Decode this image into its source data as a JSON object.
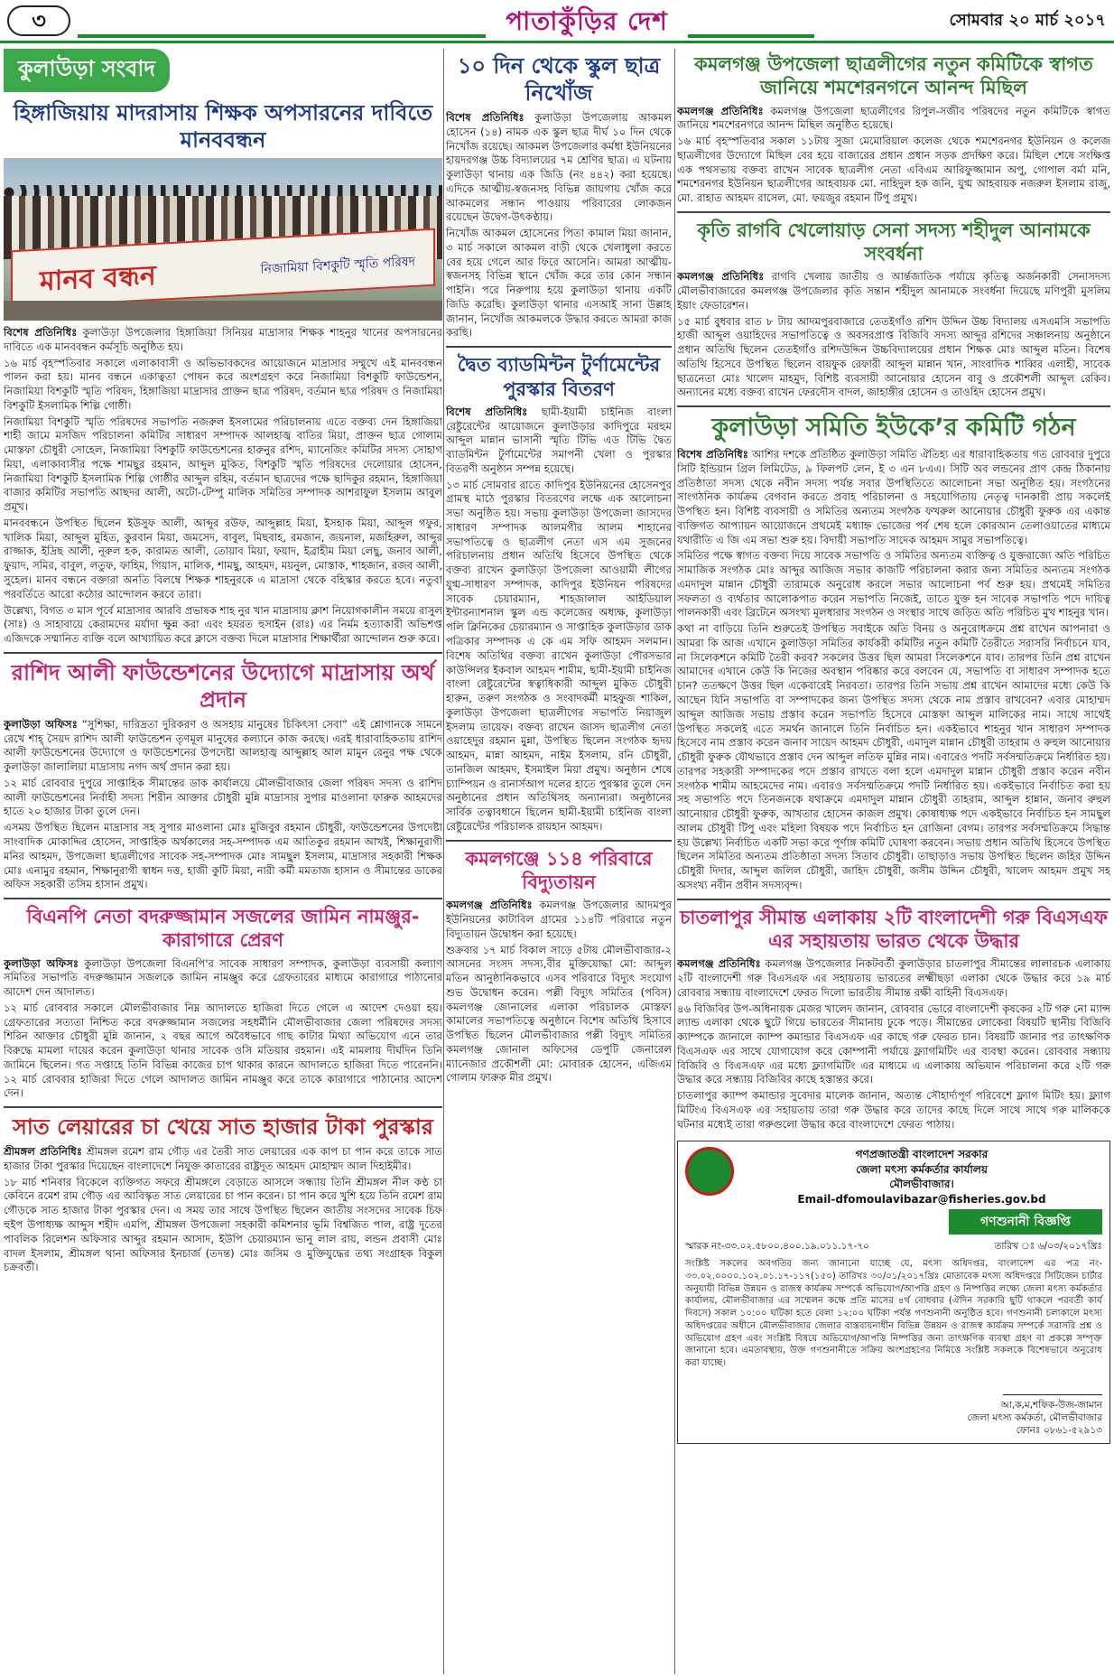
{
  "masthead": {
    "page_number": "৩",
    "paper_name": "পাতাকুঁড়ির দেশ",
    "date": "সোমবার ২০ মার্চ ২০১৭",
    "rule_color": "#1c8a2f"
  },
  "left": {
    "section_label": "কুলাউড়া সংবাদ",
    "a1": {
      "headline": "হিঙ্গাজিয়ায় মাদরাসায় শিক্ষক অপসারনের দাবিতে মানববন্ধন",
      "photo_banner_main": "মানব বন্ধন",
      "photo_banner_sub": "নিজামিয়া বিশকুটি স্মৃতি পরিষদ",
      "lead": "বিশেষ প্রতিনিধিঃ",
      "body": [
        "কুলাউড়া উপজেলার হিঙ্গাজিয়া সিনিয়র মাদ্রাসার শিক্ষক শাহনুর খানের অপসারনের দাবিতে এক মানববন্ধন কর্মসূচি অনুষ্ঠিত হয়।",
        "১৬ মার্চ বৃহস্পতিবার সকালে এলাকাবাসী ও অভিভাবকদের আয়োজনে মাদ্রাসার সম্মুখে এই মানববন্ধন পালন করা হয়। মানব বন্ধনে একাত্বতা পোষন করে অংশগ্রহণ করে নিজামিয়া বিশকুটি ফাউন্ডেশন, নিজামিয়া বিশকুটি স্মৃতি পরিষদ, হিঙ্গাজিয়া মাদ্রাসার প্রাক্তন ছাত্র পরিষদ, বর্তমান ছাত্র পরিষদ ও নিজামিয়া বিশকুটি ইসলামিক শিল্পি গোষ্ঠী।",
        "নিজামিয়া বিশকুটি স্মৃতি পরিষদের সভাপতি নজরুল ইসলামের পরিচালনায় এতে বক্তব্য দেন হিঙ্গাজিয়া শাহী জামে মসজিদ পরিচালনা কমিটির সাধারণ সম্পাদক আলহাজ্ব বাতির মিয়া, প্রাক্তন ছাত্র গোলাম মোস্তফা চৌধুরী সোহেল, নিজামিয়া বিশকুটি ফাউন্ডেশনের হারুনুর রশিদ, ম্যানেজিং কমিটির সদস্য সোহাগ মিয়া, এলাকাবাসীর পক্ষে শামছুর রহমান, আব্দুল মুকিত, বিশকুটি স্মৃতি পরিষদের দেলোয়ার হোসেন, নিজামিয়া বিশকুটি ইসলামিক শিল্পি গোষ্ঠীর আব্দুল রহিম, বর্তমান ছাত্রদের পক্ষে ছাদিকুর রহমান, হিঙ্গাজিয়া বাজার কমিটির সভাপতি আছদর আলী, অটো-টেম্পু মালিক সমিতির সম্পাদক আশরাফুল ইসলাম আবুল প্রমূখ।",
        "মানববন্ধনে উপস্থিত ছিলেন ইউসুফ আলী, আব্দুর রউফ, আব্দুল্লাহ মিয়া, ইসহাক মিয়া, আব্দুল গফুর, খালিক মিয়া, আব্দুল মুহিত, কুরবান মিয়া, জমসেদ, বাবুল, মিছবাহ, রমজান, জয়নাল, মজহিরুল, আব্দুর রাজ্জাক, ইদ্রিছ আলী, নূরুল হক, কারামত আলী, তোয়াব মিয়া, ফয়াদ, ইব্রাহীম মিয়া লেছু, জনাব আলী, ফুয়াদ, সমির, বাবুল, লতুফ, ফাহিম, গিয়াস, মালিক, শামছু, আহমদ, ময়নুল, মোস্তাক, শাহজান, রজব আলী, সুহেল। মানব বন্ধনে বক্তারা অনতি বিলম্বে শিক্ষক শাহনুরকে এ মাদ্রাসা থেকে বহিস্কার করতে হবে। নতুবা পরবর্তিতে আরো কঠোর আন্দোলন করবে তারা।",
        "উল্লেখ্য, বিগত ৩ মাস পূর্বে মাদ্রাসার আরবি প্রভাষক শাহ নুর খান মাদ্রাসায় ক্লাশ নিয়োগকালীন সময়ে রাসুল (সাঃ) ও সাহাবায়ে কেরামদের মর্যাদা ক্ষুন্ন করা এবং হযরত হুসাইন (রাঃ) এর নির্মম হত্যাকারী অভিশপ্ত এজিদকে সম্মানিত ব্যক্তি বলে আখ্যায়িত করে ক্লাসে বক্তব্য দিলে মাদ্রাসার শিক্ষার্থীরা আন্দোলন শুরু করে।"
      ]
    },
    "a2": {
      "headline": "রাশিদ আলী ফাউন্ডেশনের উদ্যোগে মাদ্রাসায় অর্থ প্রদান",
      "lead": "কুলাউড়া অফিসঃ",
      "body": [
        "“সুশিক্ষা, দারিদ্রতা দুরিকরণ ও অসহায় মানুষের চিকিৎসা সেবা” এই শ্লোগানকে সামনে রেখে শাহ্ সৈয়দ রাশিদ আলী ফাউন্ডেশন তৃণমূল মানুষের কল্যানে কাজ করছে। এরই ধারাবাহিকতায় রাশিদ আলী ফাউন্ডেশনের উদ্যোগে ও ফাউন্ডেশনের উপদেষ্টা আলহাজ্ব আব্দুল্লাহ আল মামুন রেনুর পক্ষ থেকে কুলাউড়া জালালিয়া মাদ্রাসায় নগদ অর্থ প্রদান করা হয়।",
        "১২ মার্চ রোববার দুপুরে সাপ্তাহিক সীমান্তের ডাক কার্যালয়ে মৌলভীবাজার জেলা পরিষদ সদস্য ও রাশিদ আলী ফাউন্ডেশনের নির্বাহী সদস্য শিরীন আক্তার চৌধুরী মুন্নি মাদ্রাসার সুপার মাওলানা ফারুক আহমদের হাতে ২০ হাজার টাকা তুলে দেন।",
        "এসময় উপস্থিত ছিলেন মাদ্রাসার সহ সুপার মাওলানা মোঃ মুজিবুর রহমান চৌধুরী, ফাউন্ডেশনের উপদেষ্টা সাংবাদিক মোকাদ্দির হোসেন, সাপ্তাহিক অর্থকালের সহ-সম্পাদক এম আতিকুর রহমান আখই, শিক্ষানুরাগী মনির আহমদ, উপজেলা ছাত্রলীগের সাবেক সহ-সম্পাদক মোঃ সামছুল ইসলাম, মাদ্রাসার সহকারী শিক্ষক মোঃ এনামুর রহমান, শিক্ষানুরাগী স্বাধন দত্ত, হাজী কুটি মিয়া, নারী কর্মী মমতাজ হাসান ও সীমান্তের ডাকের অফিস সহকারী তসিম হাসান প্রমুখ।"
      ]
    },
    "a3": {
      "headline": "বিএনপি নেতা বদরুজ্জামান সজলের জামিন নামঞ্জুর-কারাগারে প্রেরণ",
      "lead": "কুলাউড়া অফিসঃ",
      "body": [
        "কুলাউড়া উপজেলা বিএনপি'র সাবেক সাধারণ সম্পাদক, কুলাউড়া ব্যবসায়ী কল্যাণ সমিতির সভাপতি বদরুজ্জামান সজলকে জামিন নামঞ্জুর করে গ্রেফতারের মাধ্যমে কারাগারে পাঠানোর আদেশ দেন আদালত।",
        "১২ মার্চ রোববার সকালে মৌলভীবাজার নিম্ন আদালতে হাজিরা দিতে গেলে এ আদেশ দেওয়া হয়। গ্রেফতারের সত্যতা নিশ্চিত করে বদরুজ্জামান সজলের সহধর্মীনি মৌলভীবাজার জেলা পরিষদের সদস্য শিরিন আক্তার চৌধুরী মুন্নি জানান, ২ বছর আগে অবৈধভাবে গাছ কাটার মিথ্যা অভিযোগ এনে তার বিরুদ্ধে মামলা দায়ের করেন কুলাউড়া থানার সাবেক ওসি মতিয়ার রহমান। এই মামলায় দীর্ঘদিন তিনি জামিনে ছিলেন। গত সপ্তাহে তিনি বিভিন্ন কাজের চাপ থাকার কারনে আদালতে হাজিরা দিতে পারেননি। ১২ মার্চ রোববার হাজিরা দিতে গেলে আদালত জামিন নামঞ্জুর করে তাকে কারাগারে পাঠানোর আদেশ দেন।"
      ]
    },
    "a4": {
      "headline": "সাত লেয়ারের চা খেয়ে সাত হাজার টাকা পুরস্কার",
      "lead": "শ্রীমঙ্গল প্রতিনিধিঃ",
      "body": [
        "শ্রীমঙ্গল রমেশ রাম গৌড় এর তৈরী সাত লেয়ারের এক কাপ চা পান করে তাকে সাত হাজার টাকা পুরস্কার দিয়েছেন বাংলাদেশে নিযুক্ত কাতারের রাষ্ট্রদূত আহমদ মোহাম্মদ আল দিহাইমীর।",
        "১৮ মার্চ শনিবার বিকেলে ব্যক্তিগত সফরে শ্রীমঙ্গলে বেড়াতে আসলে সন্ধ্যায় তিনি শ্রীমঙ্গল নীল কণ্ঠ চা কেবিনে রমেশ রাম গৌড় এর আবিস্কৃত সাত লেয়ারের চা পান করেন। চা পান করে খুশি হয়ে তিনি রমেশ রাম গৌড়কে সাত হাজার টাকা পুরস্কার দেন। এ সময় তার সাথে উপস্থিত ছিলেন জাতীয় সংসদের সাবেক চিফ হুইপ উপাধ্যক্ষ আব্দুস শহীদ এমপি, শ্রীমঙ্গল উপজেলা সহকারী কমিশনার ভূমি বিশ্বজিত পাল, রাষ্ট্র দূতের পাবলিক রিলেশন অফিসার আব্দুর রহমান আসাদ, ইউপি চেয়ারম্যান ভানু লাল রায়, লন্ডন প্রবাসী মোঃ বাদল ইসলাম, শ্রীমঙ্গল থানা অফিসার ইনচার্জ (তদন্ত) মোঃ জসিম ও মুক্তিযুদ্ধের তথ্য সংগ্রাহক বিকুল চক্রবর্তী।"
      ]
    }
  },
  "middle": {
    "a1": {
      "headline": "১০ দিন থেকে স্কুল ছাত্র নিখোঁজ",
      "lead": "বিশেষ প্রতিনিধিঃ",
      "body": [
        "কুলাউড়া উপজেলায় আকমল হোসেন (১৪) নামক এক স্কুল ছাত্র দীর্ঘ ১০ দিন থেকে নিখোঁজ রয়েছে। আকমল উপজেলার কর্মধা ইউনিয়নের হায়দরগঞ্জ উচ্চ বিদ্যালয়ের ৭ম শ্রেণির ছাত্র। এ ঘটনায় কুলাউড়া থানায় এক জিডি (নং ৪৪২) করা হয়েছে। এদিকে আত্মীয়-স্বজনসহ বিভিন্ন জায়গায় খোঁজ করে আকমলের সন্ধান পাওয়ায় পরিবারের লোকজন রয়েছেন উদ্বেগ-উৎকণ্ঠায়।",
        "নিখোঁজ আকমল হোসেনের পিতা কামাল মিয়া জানান, ৩ মার্চ সকালে আকমল বাড়ী থেকে খেলাধুলা করতে বের হয়ে গেলে আর ফিরে আসেনি। আমরা আত্মীয়-স্বজনসহ বিভিন্ন স্থানে খোঁজ করে তার কোন সন্ধান পাইনি। পরে নিরুপায় হয়ে কুলাউড়া থানায় একটি জিডি করেছি। কুলাউড়া থানার এসআই সানা উল্লাহ জানান, নিখোঁজ আকমলকে উদ্ধার করতে আমরা কাজ করছি।"
      ]
    },
    "a2": {
      "headline": "দ্বৈত ব্যাডমিন্টন টুর্ণামেন্টের পুরস্কার বিতরণ",
      "lead": "বিশেষ প্রতিনিধিঃ",
      "body": [
        "ছামী-ইয়ামী চাইনিজ বাংলা রেষ্টুরেন্টের আয়োজনে কুলাউড়ার কাদিপুরে মরহুম আব্দুল মান্নান ভাসানী স্মৃতি টিভি এড টিভি দ্বৈত ব্যাডমিন্টন টুর্ণামেন্টের সমাপনী খেলা ও পুরস্কার বিতরণী অনুষ্ঠান সম্পন্ন হয়েছে।",
        "১৩ মার্চ সোমবার রাতে কাদিপুর ইউনিয়নের হোসেনপুর গ্রামস্থ মাঠে পুরস্কার বিতরণের লক্ষে এক আলোচনা সভা অনুষ্ঠিত হয়। সভায় কুলাউড়া উপজেলা জাসদের সাধারণ সম্পাদক আলমগীর আলম শাহানের সভাপতিত্বে ও ছাত্রলীগ নেতা এস এম সুজনের পরিচালনায় প্রধান অতিথি হিসেবে উপস্থিত থেকে বক্তব্য রাখেন কুলাউড়া উপজেলা আওয়ামী লীগের যুগ্ম-সাধারণ সম্পাদক, কাদিপুর ইউনিয়ন পরিষদের সাবেক চেয়ারম্যান, শাহজালাল আইডিয়াল ইন্টারন্যাশনাল স্কুল এন্ড কলেজের অধ্যক্ষ, কুলাউড়া পলি ক্লিনিকের চেয়ারম্যান ও সাপ্তাহিক কুলাউড়ার ডাক পত্রিকার সম্পাদক এ কে এম সফি আহমদ সলমান। বিশেষ অতিথির বক্তব্য রাখেন কুলাউড়া পৌরসভার কাউন্সিলর ইকবাল আহমদ শামীম, ছামী-ইয়ামী চাইনিজ বাংলা রেষ্টুরেন্টের স্বত্বাধিকারী আব্দুল মুকিত চৌধুরী হারুন, তরুণ সংগঠক ও সংবাদকর্মী মাহফুজ শাকিল, কুলাউড়া উপজেলা ছাত্রলীগের সভাপতি নিয়াজুল ইসলাম তায়েফ। বক্তব্য রাখেন জাসদ ছাত্রলীগ নেতা ওয়াহেদুর রহমান মুন্না, উপস্থিত ছিলেন সংগঠক হৃদয় আহমদ, মান্না আহমদ, নাইম ইসলাম, রনি চৌধুরী, তানজিল আহমদ, ইসমাইল মিয়া প্রমুখ। অনুষ্ঠান শেষে চ্যাম্পিয়ন ও রানার্সআপ দলের হাতে পুরস্কার তুলে দেন অনুষ্ঠানের প্রধান অতিথিসহ অন্যান্যরা। অনুষ্ঠানের সার্বিক তত্বাবধানে ছিলেন ছামী-ইয়ামী চাইনিজ বাংলা রেষ্টুরেন্টের পরিচালক রায়হান আহমদ।"
      ]
    },
    "a3": {
      "headline": "কমলগঞ্জে ১১৪ পরিবারে বিদ্যুতায়ন",
      "lead": "কমলগঞ্জ প্রতিনিধিঃ",
      "body": [
        "কমলগঞ্জ উপজেলার আদমপুর ইউনিয়নের কাটাবিল গ্রামের ১১৪টি পরিবারে নতুন বিদ্যুতায়ন উদ্বোধন করা হয়েছে।",
        "শুক্রবার ১৭ মার্চ বিকাল সাড়ে ৫টায় মৌলভীবাজার-২ আসনের সংসদ সদস্য,বীর মুক্তিযোদ্ধা মো: আব্দুল মতিন আনুষ্ঠানিকভাবে এসব পরিবারে বিদ্যুৎ সংযোগ শুভ উদ্বোধন করেন। পল্লী বিদ্যুৎ সমিতির (পবিস) কমলগঞ্জ জোনালের এলাকা পরিচালক মোস্তফা কামালের সভাপতিত্বে অনুষ্ঠানে বিশেষ অতিথি হিসাবে উপস্থিত ছিলেন মৌলভীবাজার পল্লী বিদ্যুৎ সমিতির কমলগঞ্জ জোনাল অফিসের ডেপুটি জেনারেল ম্যানেজার প্রকৌশলী মো: মোবারক হোসেন, এজিএম গোলাম ফারুক মীর প্রমুখ।"
      ]
    }
  },
  "right": {
    "a1": {
      "headline": "কমলগঞ্জ উপজেলা ছাত্রলীগের নতুন কমিটিকে স্বাগত জানিয়ে শমশেরনগনে আনন্দ মিছিল",
      "lead": "কমলগঞ্জ প্রতিনিধিঃ",
      "body": [
        "কমলগঞ্জ উপজেলা ছাত্রলীগের রিপুল-সজীব পরিষদের নতুন কমিটিকে স্বাগত জানিয়ে শমশেরনগরে আনন্দ মিছিল অনুষ্ঠিত হয়েছে।",
        "১৬ মার্চ বৃহস্পতিবার সকাল ১১টায় সুজা মেমোরিয়াল কলেজ থেকে শমশেরনগর ইউনিয়ন ও কলেজ ছাত্রলীগের উদ্যোগে মিছিল বের হয়ে বাজারের প্রধান প্রধান সড়ক প্রদক্ষিণ করে। মিছিল শেষে সংক্ষিপ্ত এক পথসভায় বক্তব্য রাখেন সাবেক ছাত্রলীগ নেতা এবিএম আরিফুজ্জামান অপু, গোপাল বর্মা মনি, শমশেরনগর ইউনিয়ন ছাত্রলীগের আহবায়ক মো. নাহিদুল হক জনি, যুগ্ম আহবায়ক নজরুল ইসলাম রাজু, মো. রাহাত আহমদ রাসেল, মো. ফয়জুর রহমান টিপু প্রমুখ।"
      ]
    },
    "a2": {
      "headline": "কৃতি রাগবি খেলোয়াড় সেনা সদস্য শহীদুল আনামকে সংবর্ধনা",
      "lead": "কমলগঞ্জ প্রতিনিধিঃ",
      "body": [
        "রাগবি খেলায় জাতীয় ও আর্ন্তজাতিক পর্যায়ে কৃতিত্ব অর্জনকারী সেনাসদস্য মৌলভীবাজারের কমলগঞ্জ উপজেলার কৃতি সন্তান শহীদুল আনামকে সংবর্ধনা দিয়েছে মণিপুরী মুসলিম ইয়াং ফেডারেশন।",
        "১৫ মার্চ বুধবার রাত ৮ টায় আদমপুরবাজারে তেতইগাঁও রশিদ উদ্দিন উচ্চ বিদ্যালয় এসএমসি সভাপতি হাজী আব্দুল ওয়াহিদের সভাপতিত্বে ও অবসরপ্রাপ্ত বিজিবি সদস্য আব্দুর রশিদের সঞ্চালনায় অনুষ্ঠানে প্রধান অতিথি ছিলেন তেতইগাঁও রশিদউদ্দিন উচ্চবিদ্যালয়ের প্রধান শিক্ষক মোঃ আব্দুল মতিন। বিশেষ অতিথি হিসেবে উপস্থিত ছিলেন বায়ফুক রেফারী আব্দুল মান্নান খান, সাংবাদিক শাব্বির এলাহী, সাবেক ছাত্রনেতা মোঃ খালেদ মাহমুদ, বিশিষ্ট ব্যবসায়ী আনোয়ার হোসেন বাবু ও প্রকৌশলী আব্দুল রেকিব। অন্যানের মধ্যে বক্তব্য রাখেন ফেরদৌস বাদল, জাহাঙ্গীর হোসেন ও তাওহিদ হোসেন প্রমুখ।"
      ]
    },
    "a3": {
      "headline": "কুলাউড়া সমিতি ইউকে’র কমিটি গঠন",
      "lead": "বিশেষ প্রতিনিধিঃ",
      "body": [
        "আশির দশকে প্রতিষ্ঠিত কুলাউড়া সমিতি ঐতিহ্য এর ধারাবাহিকতায় গত রোববার দুপুরে সিটি ইন্ডিয়ান গ্রিল লিমিটেড, ৯ ফিলপট লেন, ই ৩ এন ৮এএ। সিটি অব লন্ডনের প্রাণ কেন্দ্র ঠিকানায় প্রতিষ্ঠাতা সদস্য থেকে নবীন সদস্য পর্যন্ত সবার উপস্থিতিতে আলোচনা সভা অনুষ্ঠিত হয়। সংগঠনের সাংগঠনিক কার্যক্রম বেগবান করতে প্রবাহ পরিচালনা ও সহযোগিতায় নেতৃত্ব দানকারী প্রায় সকলেই উপস্থিত হন। বিশিষ্ট ব্যবসায়ী ও সমিতির অন্যতম সংগঠক ফখরুল আনোয়ার চৌধুরী ফুরুক এর একান্ত ব্যক্তিগত আপ্যায়ন আয়োজনে প্রথমেই মধ্যাহ্ন ভোজের পর্ব শেষ হলে কোরআন তেলাওয়াতের মাধ্যমে যথারীতি এ জি এম সভা শুরু হয়। বিদায়ী সভাপতি সাদেক আহমদ সামুর সভাপতিত্বে।",
        "সমিতির পক্ষে স্বাগত বক্তব্য দিয়ে সাবেক সভাপতি ও সমিতির অন্যতম ব্যক্তিত্ব ও যুক্তরাজ্যে অতি পরিচিত সামাজিক সংগঠক মোঃ আব্দুর আজিজ সভার কাজটি পরিচালনা করার জন্য সমিতির অন্যতম সংগঠক এমদাদুল মান্নান চৌধুরী তারামকে অনুরোধ করলে সভার আলোচনা পর্ব শুরু হয়। প্রথমেই সমিতির সফলতা ও ব্যর্থতার আলোকপাত করেন সভাপতি নিজেই, তাতে যুক্ত হন সাবেক সভাপতি পদে দায়িত্ব পালনকারী এবং ব্রিটেনে অসংখ্য মূলধারার সংগঠন ও সংস্থার সাথে জড়িত অতি পরিচিত মুখ শাহনুর খান।",
        "কথা না বাড়িয়ে তিনি শুরুতেই উপস্থিত সবাইকে অতি বিনয় ও অনুরোধক্রমে প্রশ্ন রাখেন আপনারা ও আমরা কি আজ এখানে কুলাউড়া সমিতির কার্যকরী কমিটির নতুন কমিটি তৈরীতে সরাসরি নির্বাচনে যাব, না সিলেকশনে কমিটি তৈরী করব? সকলের উত্তর ছিল আমরা সিলেকশনে যাব। তারপর তিনি প্রশ্ন রাখেন আমাদের এখানে কেউ কি নিজের অবস্থান পরিষ্কার করে বলবেন যে, সভাপতি বা সাধারণ সম্পাদক হতে চান? ততক্ষণে উত্তর ছিল একেবারেই নিরবতা। তারপর তিনি সভায় প্রশ্ন রাখেন আমাদের মধ্যে কেউ কি আছেন যিনি সভাপতি বা সম্পাদকের জন্য উপস্থিত সদস্য থেকে নাম প্রস্তাব রাখবেন? এবার মোহাম্মদ আব্দুল আজিজ সভায় প্রস্তাব করেন সভাপতি হিসেবে মোস্তফা আব্দুল মালিকের নাম। সাথে সাথেই উপস্থিত সকলেই এতে সমর্থন জানালে তিনি নির্বাচিত হন। একইভাবে শাহনুর খান সাধারণ সম্পাদক হিসেবে নাম প্রস্তাব করেন জনাব সায়েদ আহমদ চৌধুরী, এমাদুল মান্নান চৌধুরী তাহরাম ও রুহুল আনোয়ার চৌধুরী ফুরুক যৌথভাবে প্রস্তাব দেন আব্দুল লতিফ মুন্নির নাম। এবারেও পদটি সর্বসম্মতিক্রমে নির্ধারিত হয়। তারপর সহকারী সম্পাদকের পদে প্রস্তাব রাখতে বলা হলে এমদাদুল মান্নান চৌধুরী প্রস্তাব করেন নবীন সংগঠক শামীম আহমেদের নাম। এবারও সর্বসম্মতিক্রমে পদটি নির্ধারিত হয়। একইভাবে নির্বাচিত করা হয় সহ সভাপতি পদে তিনজনকে যথাক্রমে এমদাদুল মান্নান চৌধুরী তাহরাম, আব্দুল হান্নান, জনাব রুহুল আনোয়ার চৌধুরী ফুরুক, আখতার হোসেন কাজল প্রমুখ। কোষাধ্যক্ষ পদে একইভাবে নির্বাচিত হন সামছুল আলম চৌধুরী টিপু এবং মহিলা বিষয়ক পদে নির্বাচিত হন রোজিনা বেগম। তারপর সর্বসম্মতিক্রমে সিদ্ধান্ত হয় উল্লেখ্য নির্বাচিত একটি সভা করে পূর্ণাঙ্গ কমিটি ঘোষণা করবেন। সভায় প্রধান অতিথি হিসেবে উপস্থিত ছিলেন সমিতির অন্যতম প্রতিষ্ঠাতা সদস্য সিতাব চৌধুরী। তাছাড়াও সভায় উপস্থিত ছিলেন জহির উদ্দিন চৌধুরী দিদার, আব্দুল জলিল চৌধুরী, জাহিদ চৌধুরী, জসীম উদ্দিন চৌধুরী, খালেদ আহমদ প্রমুখ সহ অসংখ্য নবীন প্রবীন সদস্যবৃন্দ।"
      ]
    },
    "a4": {
      "headline": "চাতলাপুর সীমান্ত এলাকায় ২টি বাংলাদেশী গরু বিএসএফ এর সহায়তায় ভারত থেকে উদ্ধার",
      "lead": "কমলগঞ্জ প্রতিনিধিঃ",
      "body": [
        "কমলগঞ্জ উপজেলার নিকটবর্তী কুলাউড়ার চাতলাপুর সীমান্তের লালারচক এলাকায় ২টি বাংলাদেশী গরু বিএসএফ এর সহায়তায় ভারতের লক্ষ্মীছড়া এলাকা থেকে উদ্ধার করে ১৯ মার্চ রোববার সন্ধ্যায় বাংলাদেশে ফেরত দিলো ভারতীয় সীমান্ত রক্ষী বাহিনী বিএসএফ।",
        "৪৬ বিজিবির উপ-অধিনায়ক মেজর খালেদ জানান, রোববার ভোরে বাংলাদেশী কৃষকের ২টি গরু নো ম্যান্স ল্যান্ড এলাকা থেকে ছুটে গিয়ে ভারতের সীমানায় ঢুকে পড়ে। সীমান্তের লোকেরা বিষয়টি স্থানীয় বিজিবি ক্যাম্পকে জানালে ক্যাম্প কমান্ডার বিএসএফ এর কাছে গরু ফেরত চান। বিষয়টি জানার পর তাৎক্ষণিক বিএসএফ এর সাথে যোগাযোগ করে কোম্পানী পর্যায়ে ফ্ল্যাগমিটিং এর ব্যবস্থা করেন। রোববার সন্ধ্যায় বিজিবি ও বিএসএফ এর মধ্যে ফ্ল্যাগমিটিং এর মাধ্যমে এ এলাকায় অভিযান পরিচালনা করে ২টি গরু উদ্ধার করে সন্ধ্যায় বিজিবির কাছে হস্তান্তর করে।",
        "চাতলাপুর ক্যাম্প কমান্ডার সুবেদার মালেক জানান, অত্যন্ত সৌহার্দ্যপূর্ণ পরিবেশে ফ্ল্যাগ মিটিং হয়। ফ্ল্যাগ মিটিংএ বিএসএফ এর সহায়তায় তারা গরু উদ্ধার করে তাদের কাছে দিলে সাথে সাথে গরু মালিককে ঘটনার মধ্যেই তারা গরুগুলো উদ্ধার করে বাংলাদেশে ফেরত পাঠায়।"
      ]
    },
    "notice": {
      "header_lines": [
        "গণপ্রজাতন্ত্রী বাংলাদেশ সরকার",
        "জেলা মৎস্য কর্মকর্তার কার্যালয়",
        "মৌলভীবাজার।"
      ],
      "email": "Email-dfomoulavibazar@fisheries.gov.bd",
      "title": "গণশুনানী বিজ্ঞপ্তি",
      "memo": "স্মারক নং-৩৩.০২.৫৮০০.৪০০.১৯.০১১.১৭-৭০",
      "date": "তারিখ ঃ ৬/০৩/২০১৭খ্রিঃ",
      "body": "সংশ্লিষ্ট সকলের অবগতির জন্য জানানো যাচ্ছে যে, মৎস্য অধিদপ্তর, বাংলাদেশ এর পত্র নং- ৩৩.০২.০০০০.১০২.০১.১৭-১১৭(১৫০) তারিখঃ ৩০/০১/২০১৭খ্রিঃ মোতাবেক মৎস্য অধিদপ্তরে সিটিজেন চার্টার অনুযায়ী বিভিন্ন উন্নয়ন ও রাজস্ব কার্যক্রম সম্পর্কে অভিযোগ/আপত্তি গ্রহণ ও নিষ্পত্তির লক্ষ্যে জেলা মৎস্য কর্মকর্তার কার্যালয়, মৌলভীবাজার এর সম্মেলন কক্ষে প্রতি মাসের ৪র্থ বোধবার (ঐদিন সরকারি ছুটি থাকলে পরবর্তী কার্য দিবসে) সকাল ১০:০০ ঘটিকা হতে বেলা ১২:০০ ঘটিকা পর্যন্ত গণশুনানী অনুষ্ঠিত হবে। গণশুনানী চলাকালে মৎস্য অধিদপ্তরের অধীনে মৌলভীবাজার জেলার বাস্তবায়নাধীন বিভিন্ন উন্নয়ন ও রাজস্ব কার্যক্রম সম্পর্কে সরাসরি প্রশ্ন ও অভিযোগ গ্রহণ এবং সংশ্লিষ্ট বিষয়ে অভিযোগ/আপত্তি নিষ্পত্তির জন্য তাৎক্ষণিক ব্যবস্থা গ্রহণ বা প্রকল্পে সম্পৃক্ত জানানো হবে। এমতাবস্থায়, উক্ত গণশুনানীতে সক্রিয় অংশগ্রহণের নিমিত্তে সংশ্লিষ্ট সকলকে বিশেষভাবে অনুরোধ করা যাচ্ছে।",
      "signer": "আ,ক,ম,শফিক-উজ-জামান",
      "signer_title": "জেলা মৎস্য কর্মকর্তা, মৌলভীবাজার",
      "phone": "ফোনঃ ০৮৬১-৫২৯১৩"
    }
  }
}
